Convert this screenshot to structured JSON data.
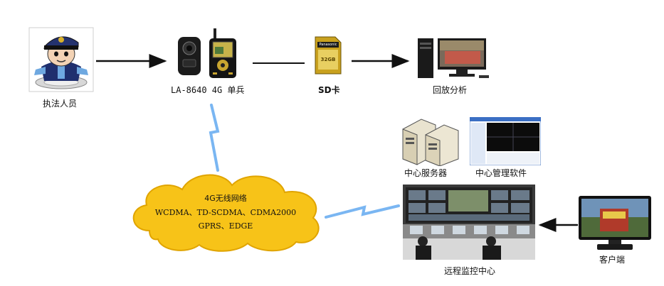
{
  "nodes": {
    "officer": {
      "label": "执法人员"
    },
    "device": {
      "label": "LA-8640 4G 单兵"
    },
    "sd_card": {
      "label": "SD卡",
      "brand": "Panasonic",
      "capacity": "32GB"
    },
    "playback": {
      "label": "回放分析"
    },
    "server": {
      "label": "中心服务器"
    },
    "software": {
      "label": "中心管理软件"
    },
    "monitor_center": {
      "label": "远程监控中心"
    },
    "client": {
      "label": "客户端"
    }
  },
  "network": {
    "title": "4G无线网络",
    "line1": "WCDMA、TD-SCDMA、CDMA2000",
    "line2": "GPRS、EDGE"
  },
  "colors": {
    "cloud": "#f7c318",
    "cloud_edge": "#e0a400",
    "lightning": "#7ab6f2",
    "arrow": "#111111",
    "sd_gold": "#c9a11e"
  }
}
